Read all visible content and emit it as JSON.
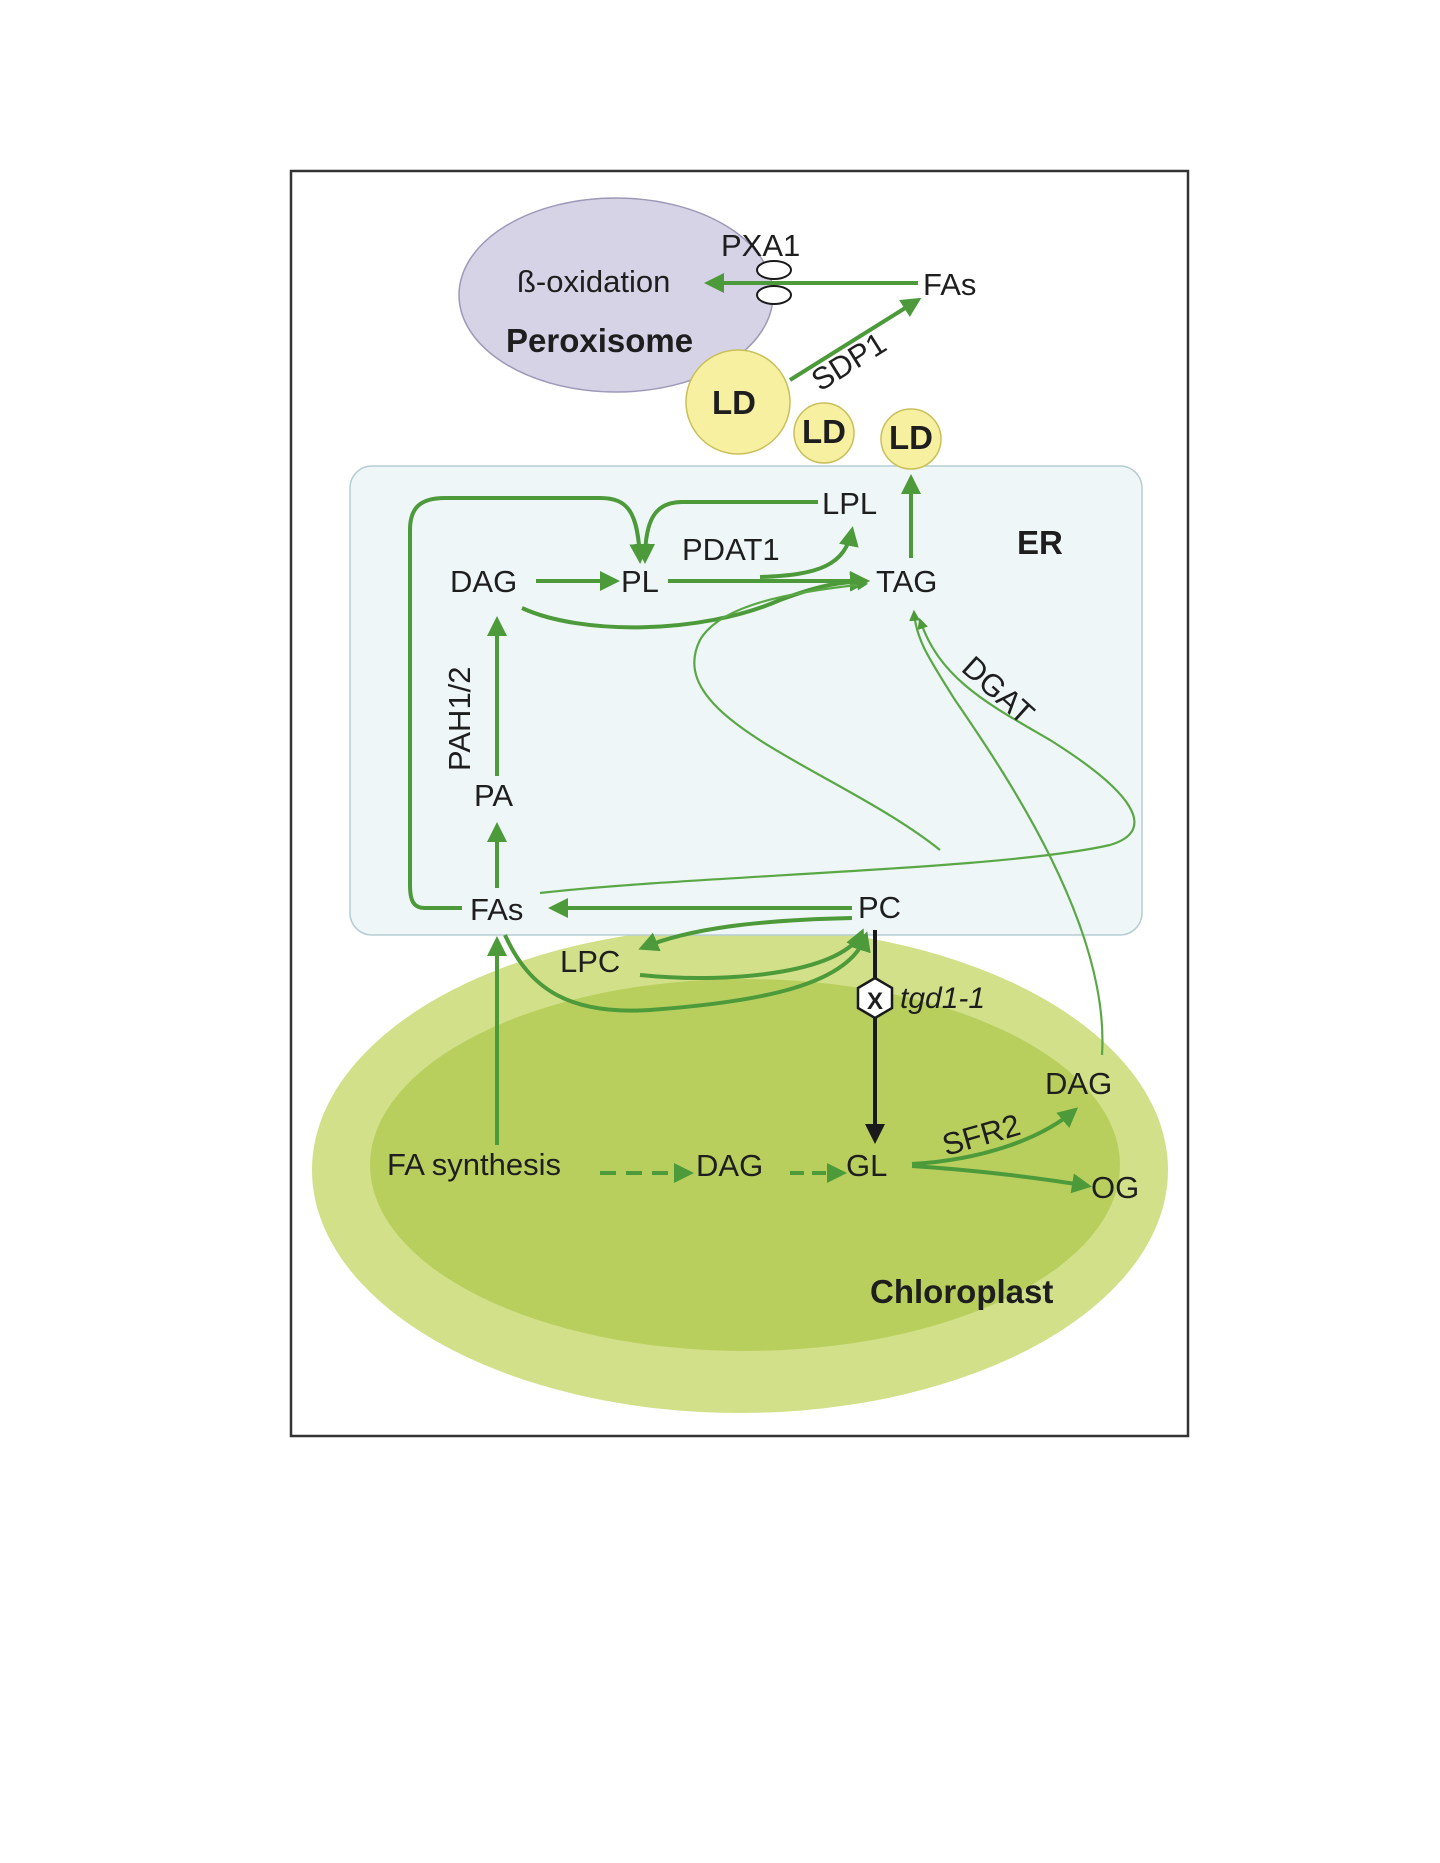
{
  "colors": {
    "arrow_green": "#4c9a3a",
    "er_fill": "#eef6f7",
    "peroxisome_fill": "#d6d3e6",
    "lipid_droplet_fill": "#f7f0a0",
    "chloroplast_outer": "#d2e08a",
    "chloroplast_inner": "#b8cf5e",
    "block_arrow": "#1a1a1a"
  },
  "peroxisome": {
    "name": "Peroxisome",
    "process": "ß-oxidation",
    "transporter": "PXA1",
    "fatty_acids": "FAs",
    "lipase": "SDP1"
  },
  "lipid_droplets": [
    "LD",
    "LD",
    "LD"
  ],
  "er": {
    "name": "ER",
    "lpl": "LPL",
    "dag": "DAG",
    "pl": "PL",
    "pdat": "PDAT1",
    "tag": "TAG",
    "pah": "PAH1/2",
    "pa": "PA",
    "dgat": "DGAT",
    "fatty_acids": "FAs",
    "pc": "PC",
    "lpc": "LPC"
  },
  "mutant": {
    "symbol": "X",
    "name": "tgd1-1"
  },
  "chloroplast": {
    "name": "Chloroplast",
    "fa_synthesis": "FA synthesis",
    "dag": "DAG",
    "gl": "GL",
    "sfr2": "SFR2",
    "dag_out": "DAG",
    "og": "OG"
  }
}
